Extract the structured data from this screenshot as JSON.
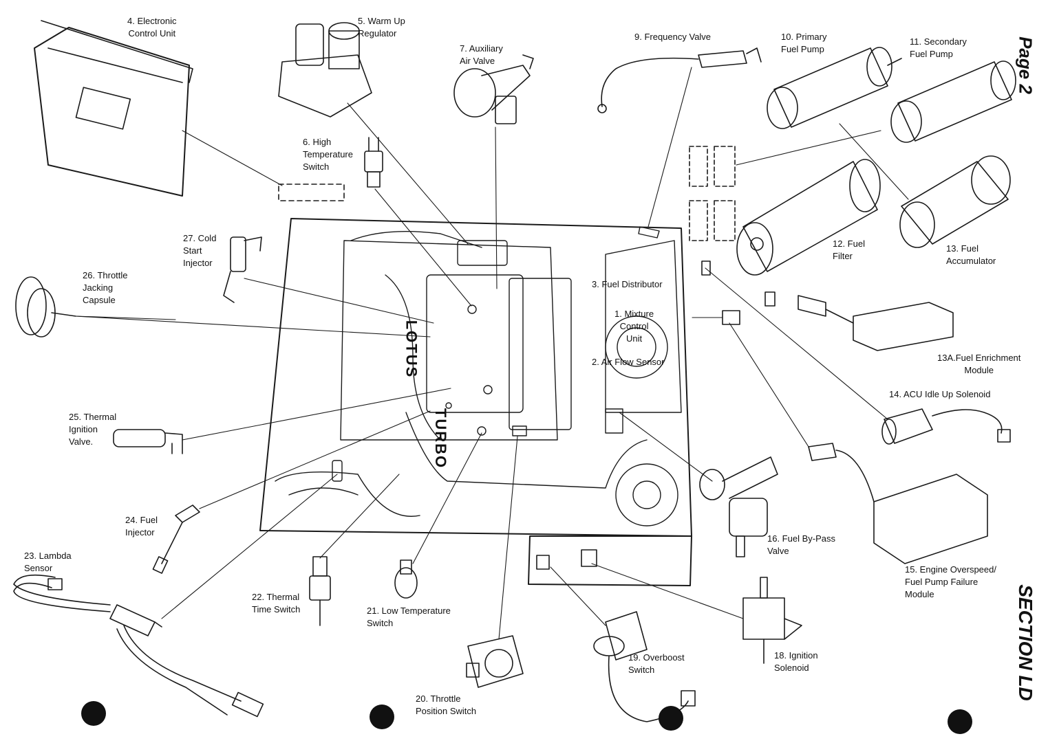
{
  "page": {
    "page_label": "Page 2",
    "section_label": "SECTION LD"
  },
  "engine": {
    "brand_text": "LOTUS",
    "model_text": "TURBO"
  },
  "components": {
    "c1": [
      "1. Mixture",
      "Control",
      "Unit"
    ],
    "c2": [
      "2. Air Flow Sensor"
    ],
    "c3": [
      "3. Fuel Distributor"
    ],
    "c4": [
      "4. Electronic",
      "Control Unit"
    ],
    "c5": [
      "5. Warm Up",
      "Regulator"
    ],
    "c6": [
      "6. High",
      "Temperature",
      "Switch"
    ],
    "c7": [
      "7. Auxiliary",
      "Air Valve"
    ],
    "c9": [
      "9. Frequency Valve"
    ],
    "c10": [
      "10. Primary",
      "Fuel Pump"
    ],
    "c11": [
      "11. Secondary",
      "Fuel Pump"
    ],
    "c12": [
      "12. Fuel",
      "Filter"
    ],
    "c13": [
      "13. Fuel",
      "Accumulator"
    ],
    "c13a": [
      "13A.Fuel Enrichment",
      "Module"
    ],
    "c14": [
      "14. ACU Idle Up Solenoid"
    ],
    "c15": [
      "15. Engine Overspeed/",
      "Fuel Pump Failure",
      "Module"
    ],
    "c16": [
      "16. Fuel By-Pass",
      "Valve"
    ],
    "c18": [
      "18. Ignition",
      "Solenoid"
    ],
    "c19": [
      "19. Overboost",
      "Switch"
    ],
    "c20": [
      "20. Throttle",
      "Position Switch"
    ],
    "c21": [
      "21. Low Temperature",
      "Switch"
    ],
    "c22": [
      "22. Thermal",
      "Time Switch"
    ],
    "c23": [
      "23. Lambda",
      "Sensor"
    ],
    "c24": [
      "24. Fuel",
      "Injector"
    ],
    "c25": [
      "25. Thermal",
      "Ignition",
      "Valve."
    ],
    "c26": [
      "26. Throttle",
      "Jacking",
      "Capsule"
    ],
    "c27": [
      "27. Cold",
      "Start",
      "Injector"
    ]
  }
}
